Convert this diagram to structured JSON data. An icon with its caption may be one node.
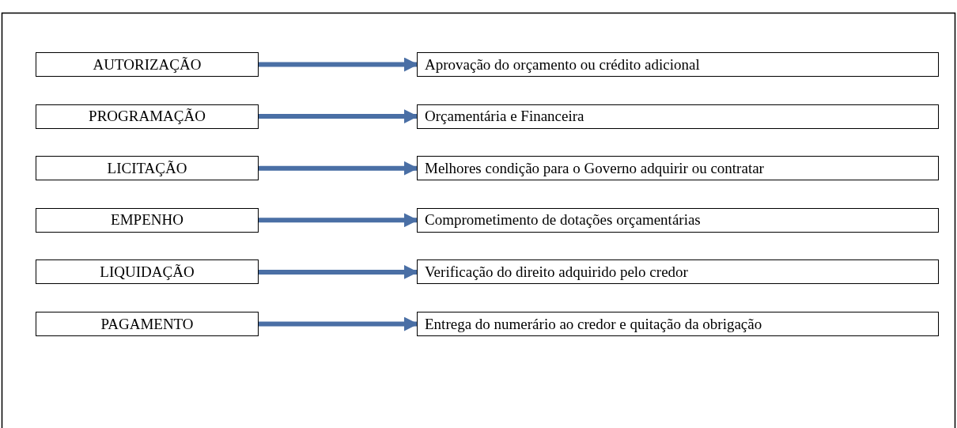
{
  "diagram": {
    "nodes": [
      {
        "text": [
          "AUTORIZAÇÃO"
        ]
      },
      {
        "text": [
          "Aprovação do orçamento ou crédito adicional"
        ]
      },
      {
        "text": [
          "PROGRAMAÇÃO"
        ]
      },
      {
        "text": [
          "Orçamentária e Financeira"
        ]
      },
      {
        "text": [
          "LICITAÇÃO"
        ]
      },
      {
        "text": [
          "Melhores condição para o Governo adquirir ou contratar"
        ]
      },
      {
        "text": [
          "EMPENHO"
        ]
      },
      {
        "text": [
          "Comprometimento de dotações orçamentárias"
        ]
      },
      {
        "text": [
          "LIQUIDAÇÃO"
        ]
      },
      {
        "text": [
          "Verificação do direito adquirido pelo credor"
        ]
      },
      {
        "text": [
          "PAGAMENTO"
        ]
      },
      {
        "text": [
          "Entrega do numerário ao credor e quitação da obrigação"
        ]
      }
    ],
    "edges": [
      {
        "from": 0,
        "to": 1,
        "arrow": "to"
      },
      {
        "from": 2,
        "to": 3,
        "arrow": "to"
      },
      {
        "from": 4,
        "to": 5,
        "arrow": "to"
      },
      {
        "from": 6,
        "to": 7,
        "arrow": "to"
      },
      {
        "from": 8,
        "to": 9,
        "arrow": "to"
      },
      {
        "from": 10,
        "to": 11,
        "arrow": "to"
      }
    ]
  }
}
